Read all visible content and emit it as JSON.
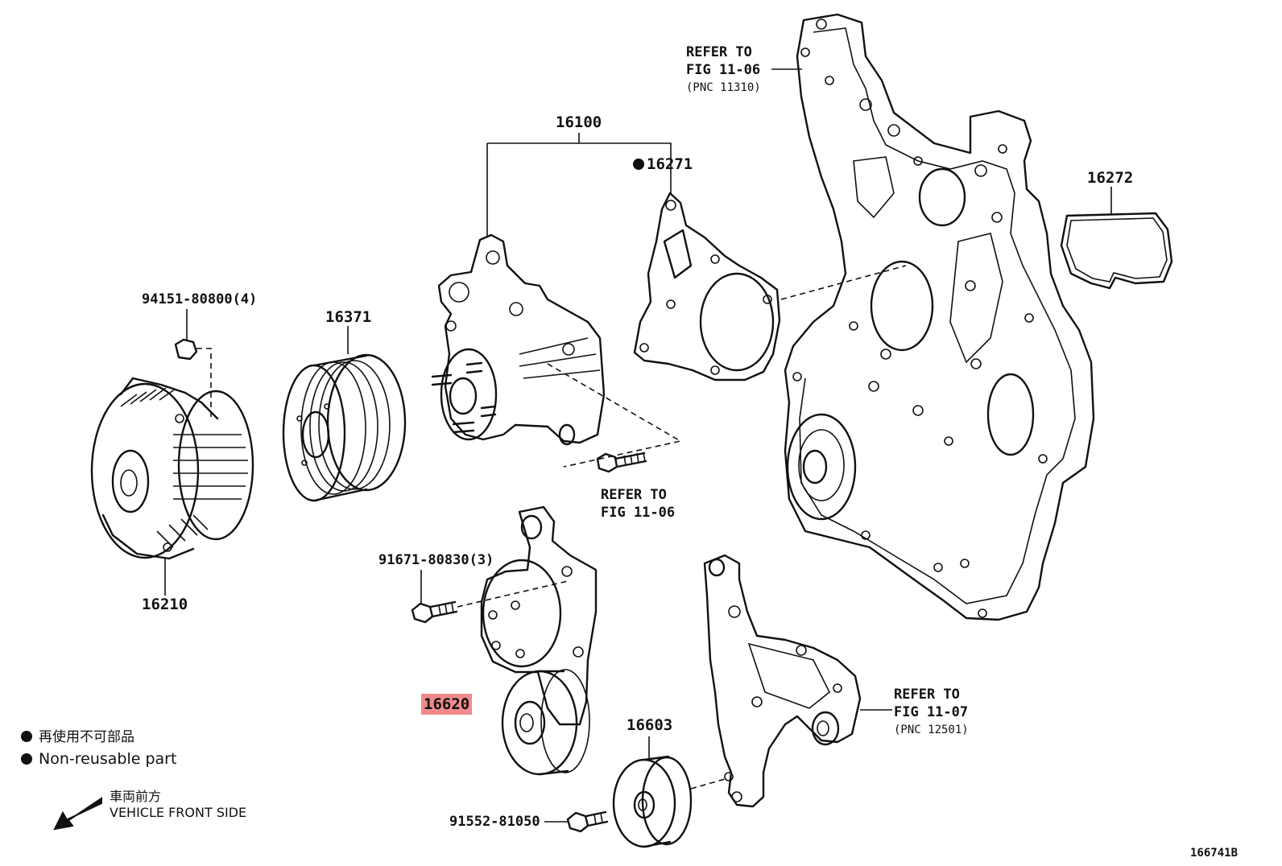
{
  "callouts": {
    "p94151": "94151-80800(4)",
    "p16371": "16371",
    "p16210": "16210",
    "p16100": "16100",
    "p16271": "16271",
    "p16272": "16272",
    "p91671": "91671-80830(3)",
    "p16620": "16620",
    "p16603": "16603",
    "p91552": "91552-81050"
  },
  "refs": {
    "fig1106_top": {
      "line1": "REFER TO",
      "line2": "FIG 11-06",
      "line3": "(PNC 11310)"
    },
    "fig1106_mid": {
      "line1": "REFER TO",
      "line2": "FIG 11-06"
    },
    "fig1107": {
      "line1": "REFER TO",
      "line2": "FIG 11-07",
      "line3": "(PNC 12501)"
    }
  },
  "legend": {
    "jp": "再使用不可部品",
    "en": "Non-reusable part"
  },
  "front": {
    "jp": "車両前方",
    "en": "VEHICLE FRONT SIDE"
  },
  "illustration_no": "166741B",
  "highlight_color": "#f08a8a"
}
